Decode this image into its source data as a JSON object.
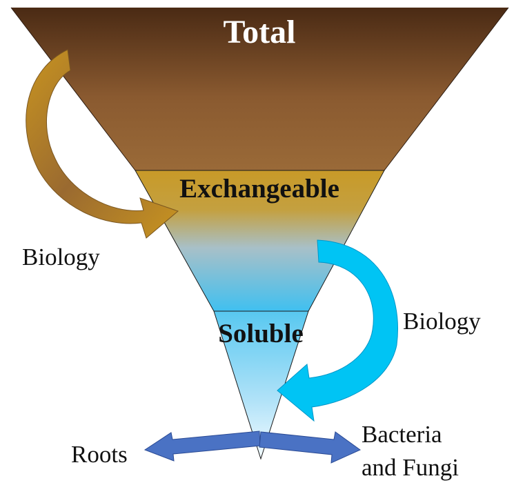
{
  "layers": {
    "total": "Total",
    "exchangeable": "Exchangeable",
    "soluble": "Soluble"
  },
  "arrows": {
    "left_cycle_label": "Biology",
    "right_cycle_label": "Biology",
    "roots_label": "Roots",
    "microbes_label_line1": "Bacteria",
    "microbes_label_line2": "and Fungi"
  },
  "colors": {
    "total_top": "#4a2a14",
    "total_bottom": "#9a6a38",
    "exchangeable_top": "#c89a28",
    "exchangeable_mid": "#a8c0c8",
    "exchangeable_bottom": "#40c0f0",
    "soluble_top": "#58c8f0",
    "soluble_bottom": "#f4fbff",
    "brown_arrow": "#b8861e",
    "blue_arrow": "#00c4f4",
    "root_arrow": "#4a72c4"
  }
}
